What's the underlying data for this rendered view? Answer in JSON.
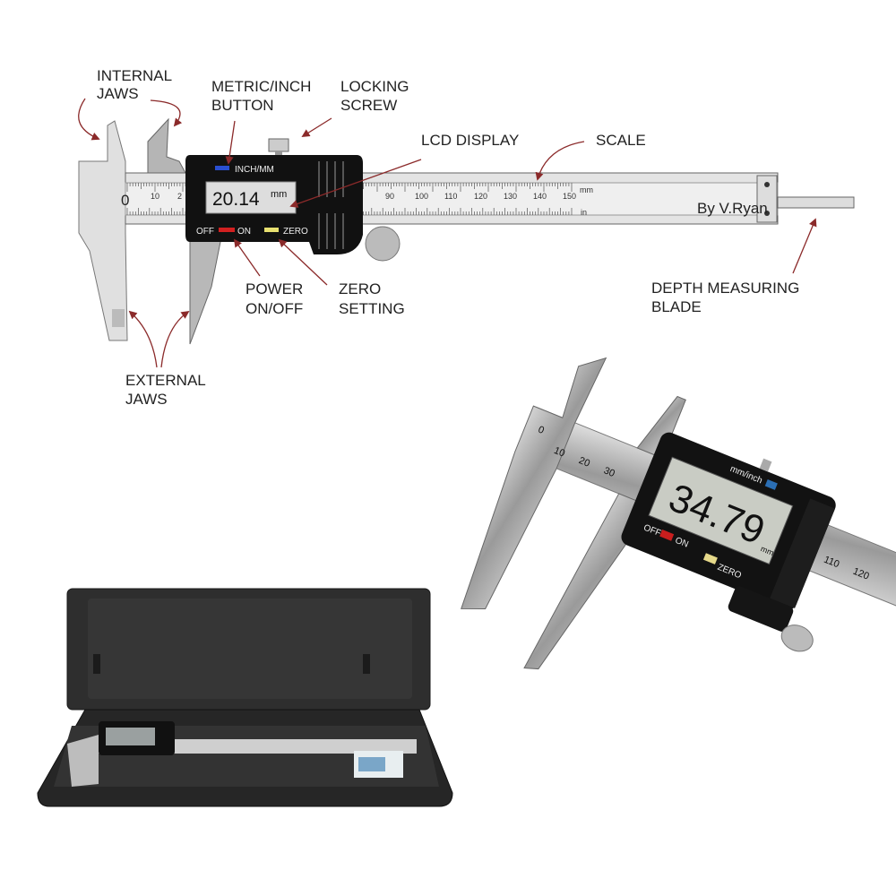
{
  "diagram": {
    "labels": {
      "internal_jaws": [
        "INTERNAL",
        "JAWS"
      ],
      "metric_inch_button": [
        "METRIC/INCH",
        "BUTTON"
      ],
      "locking_screw": [
        "LOCKING",
        "SCREW"
      ],
      "lcd_display": "LCD DISPLAY",
      "scale": "SCALE",
      "power": [
        "POWER",
        "ON/OFF"
      ],
      "zero": [
        "ZERO",
        "SETTING"
      ],
      "depth_blade": [
        "DEPTH MEASURING",
        "BLADE"
      ],
      "external_jaws": [
        "EXTERNAL",
        "JAWS"
      ]
    },
    "display": {
      "mode_button": "INCH/MM",
      "reading": "20.14",
      "unit": "mm",
      "off": "OFF",
      "on": "ON",
      "zero": "ZERO"
    },
    "scale": {
      "mm_unit": "mm",
      "in_unit": "in",
      "zero": "0",
      "mm_ticks_left": [
        "10",
        "2"
      ],
      "mm_ticks_right": [
        "90",
        "100",
        "110",
        "120",
        "130",
        "140",
        "150"
      ],
      "credit": "By V.Ryan"
    },
    "arrow_color": "#8b2a2a"
  },
  "photo": {
    "display": {
      "mode_button": "mm/inch",
      "reading": "34.79",
      "unit": "mm",
      "off": "OFF",
      "on": "ON",
      "zero": "ZERO"
    },
    "scale_ticks": [
      "0",
      "10",
      "20",
      "30",
      "110",
      "120"
    ]
  },
  "colors": {
    "body_black": "#111111",
    "steel": "#c8c8c8",
    "power_button": "#d22020",
    "zero_button": "#e8e070",
    "mode_button": "#2a4fd0",
    "case": "#2b2b2b"
  }
}
